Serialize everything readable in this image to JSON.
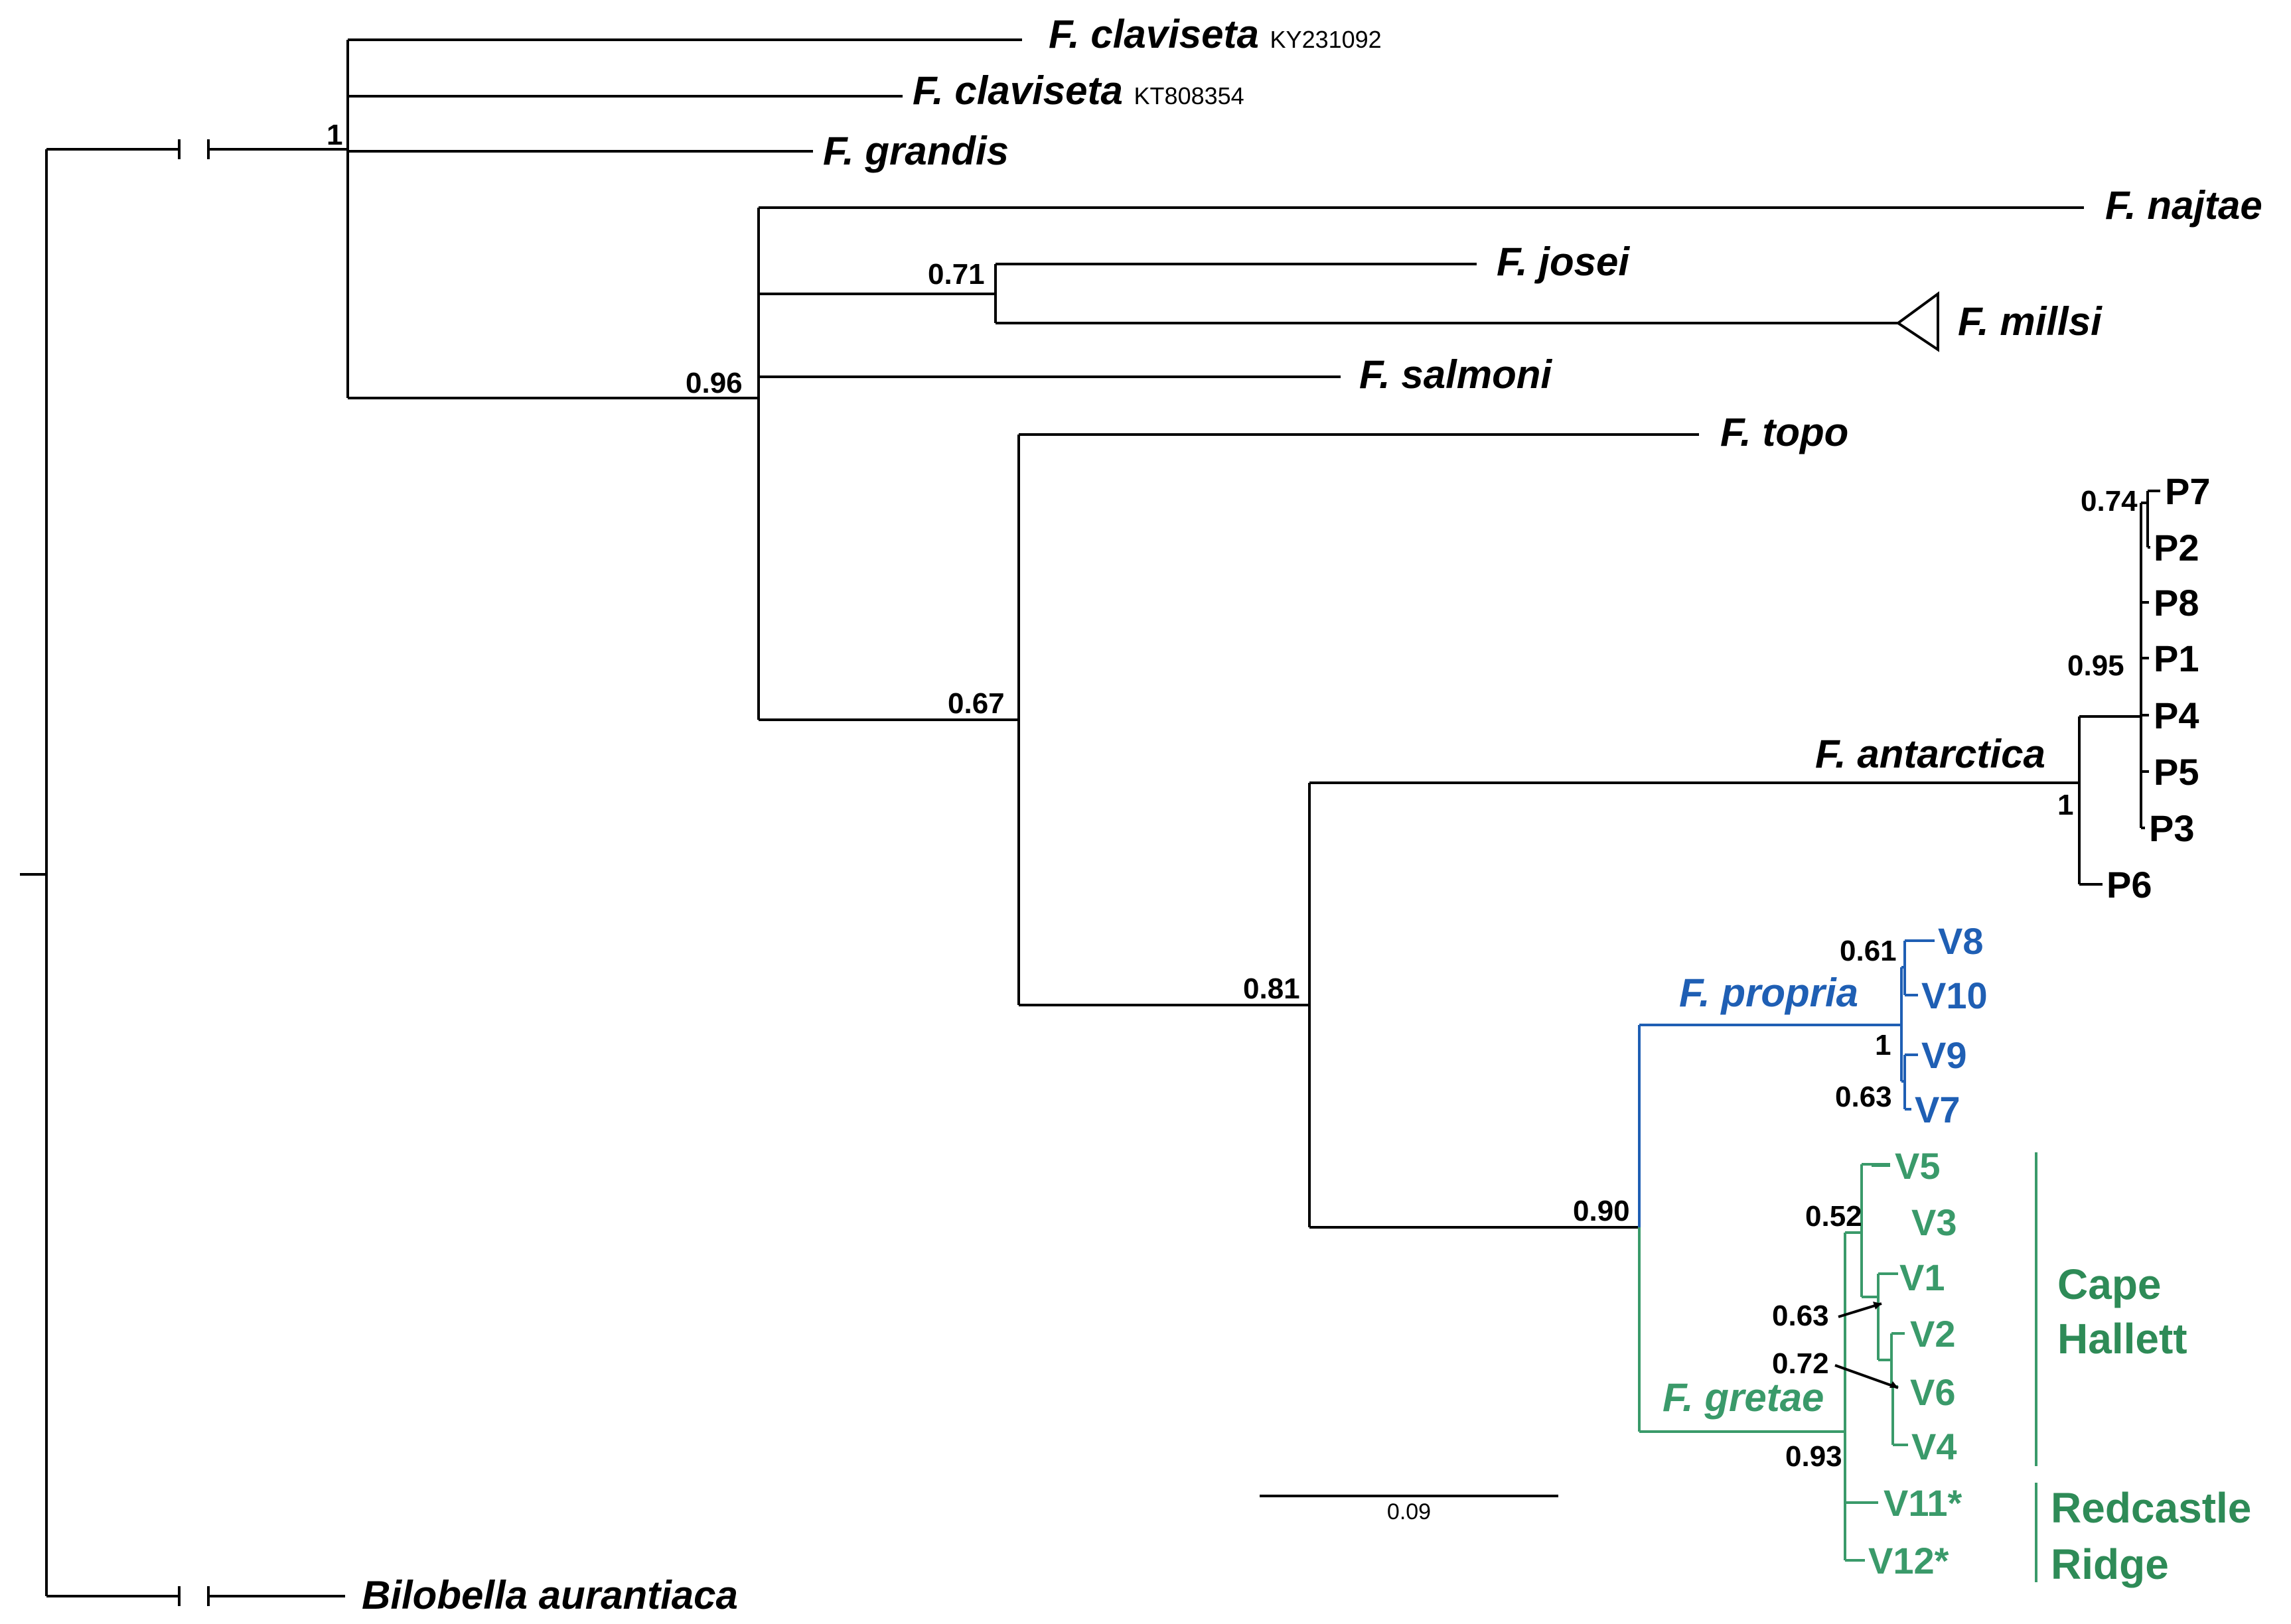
{
  "colors": {
    "branch": "#000000",
    "propria": "#1f5fb4",
    "gretae": "#3a9a6a",
    "group_label": "#2e8b57"
  },
  "taxa": {
    "clav1": {
      "name": "F. claviseta",
      "accession": "KY231092"
    },
    "clav2": {
      "name": "F. claviseta",
      "accession": "KT808354"
    },
    "grandis": "F. grandis",
    "najtae": "F. najtae",
    "josei": "F. josei",
    "millsi": "F. millsi",
    "salmoni": "F. salmoni",
    "topo": "F. topo",
    "antarctica": "F. antarctica",
    "propria": "F. propria",
    "gretae": "F. gretae",
    "bilobella": "Bilobella aurantiaca"
  },
  "tips": {
    "p7": "P7",
    "p2": "P2",
    "p8": "P8",
    "p1": "P1",
    "p4": "P4",
    "p5": "P5",
    "p3": "P3",
    "p6": "P6",
    "v8": "V8",
    "v10": "V10",
    "v9": "V9",
    "v7": "V7",
    "v5": "V5",
    "v3": "V3",
    "v1": "V1",
    "v2": "V2",
    "v6": "V6",
    "v4": "V4",
    "v11": "V11*",
    "v12": "V12*"
  },
  "support": {
    "claviseta_clade": "1",
    "node096": "0.96",
    "node071": "0.71",
    "node067": "0.67",
    "node081": "0.81",
    "node090": "0.90",
    "antarctica": "1",
    "p_095": "0.95",
    "p_074": "0.74",
    "propria": "1",
    "v8v10": "0.61",
    "v9v7": "0.63",
    "gretae": "0.93",
    "cape_052": "0.52",
    "cape_063": "0.63",
    "cape_072": "0.72"
  },
  "groups": {
    "cape_hallett": [
      "Cape",
      "Hallett"
    ],
    "redcastle_ridge": [
      "Redcastle",
      "Ridge"
    ]
  },
  "scale_bar": {
    "label": "0.09"
  }
}
